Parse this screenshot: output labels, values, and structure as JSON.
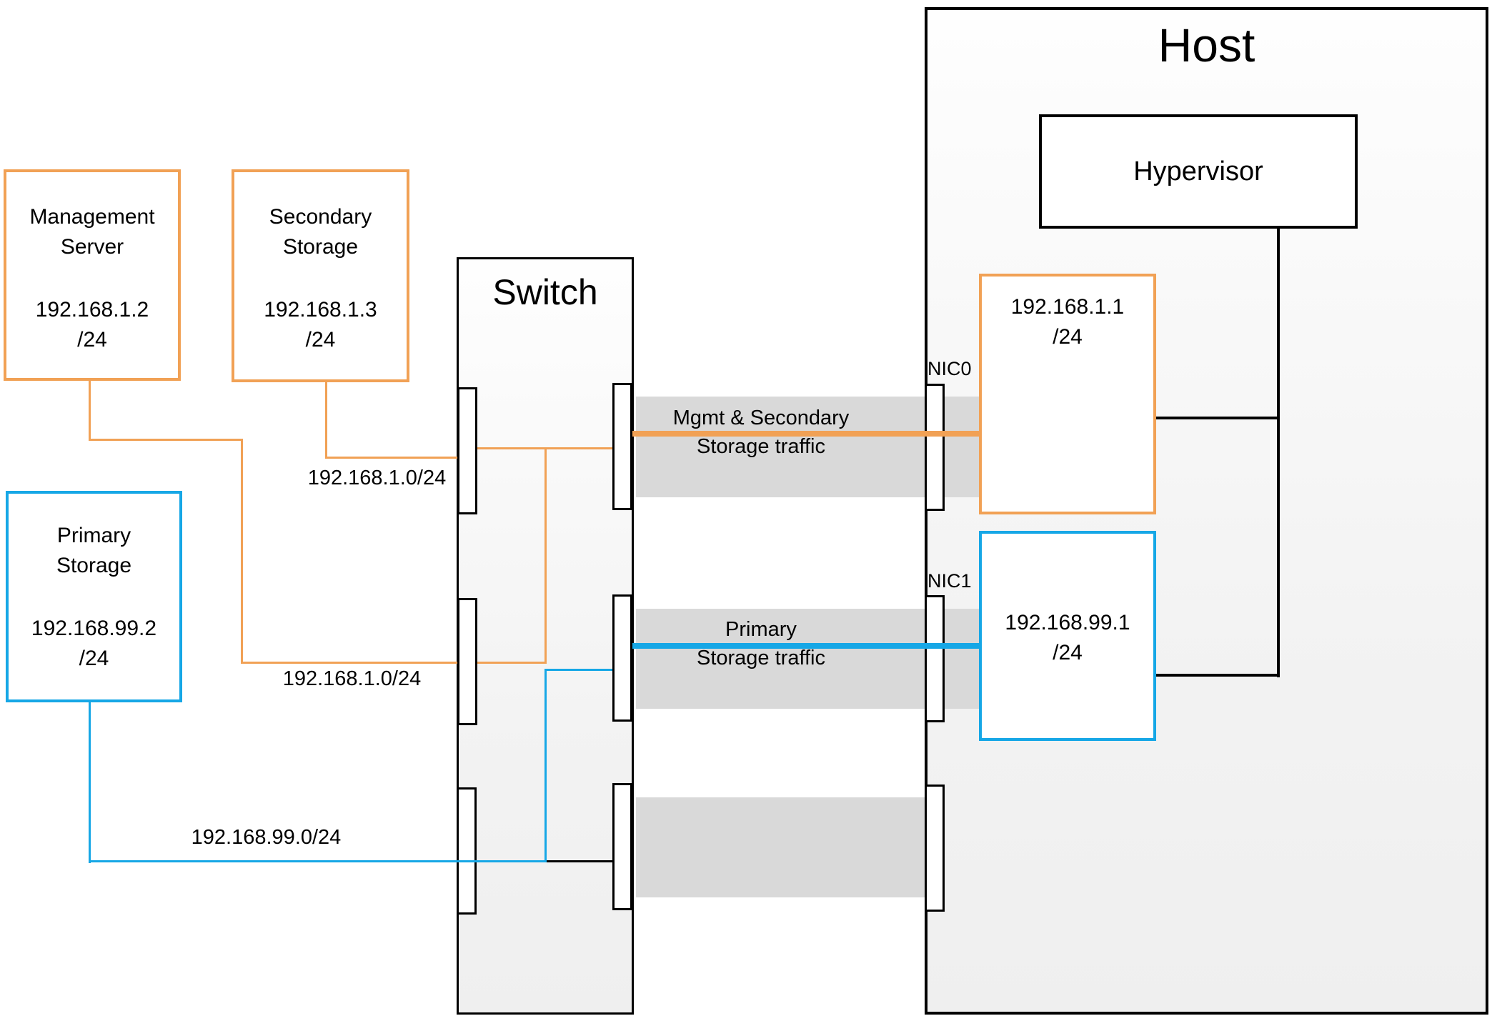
{
  "nodes": {
    "host": {
      "label": "Host"
    },
    "switch": {
      "label": "Switch"
    },
    "hypervisor": {
      "label": "Hypervisor"
    },
    "management_server": {
      "name": "Management Server",
      "ip": "192.168.1.2",
      "mask": "/24"
    },
    "secondary_storage": {
      "name": "Secondary Storage",
      "ip": "192.168.1.3",
      "mask": "/24"
    },
    "primary_storage": {
      "name": "Primary Storage",
      "ip": "192.168.99.2",
      "mask": "/24"
    },
    "nic0": {
      "label": "NIC0",
      "ip": "192.168.1.1",
      "mask": "/24"
    },
    "nic1": {
      "label": "NIC1",
      "ip": "192.168.99.1",
      "mask": "/24"
    }
  },
  "edges": {
    "subnet_secondary": {
      "label": "192.168.1.0/24"
    },
    "subnet_management": {
      "label": "192.168.1.0/24"
    },
    "subnet_primary": {
      "label": "192.168.99.0/24"
    },
    "traffic_mgmt": {
      "line1": "Mgmt & Secondary",
      "line2": "Storage traffic"
    },
    "traffic_primary": {
      "line1": "Primary",
      "line2": "Storage traffic"
    }
  },
  "colors": {
    "orange": "#F1A155",
    "blue": "#16A7E6",
    "band_gray": "#D9D9D9",
    "line_black": "#000000"
  }
}
